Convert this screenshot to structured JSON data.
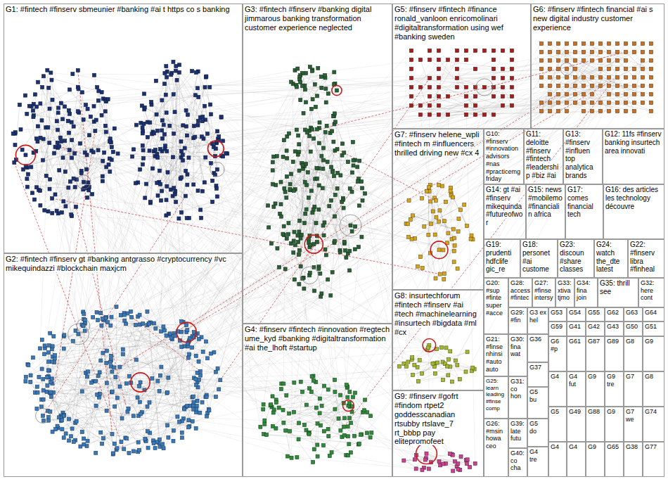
{
  "diagram": {
    "nodes": [
      {
        "text": [
          "G1: #fintech #finserv sbmeunier #banking #ai t https co s banking"
        ]
      },
      {
        "text": [
          "G3: #fintech #finserv #banking digital jimmarous banking transformation customer experience neglected"
        ]
      },
      {
        "text": [
          "G5: #finserv #fintech #finance ronald_vanloon enricomolinari #digitaltransformation using wef #banking sweden"
        ]
      },
      {
        "text": [
          "G6: #finserv #fintech financial #ai s new digital industry customer experience"
        ]
      },
      {
        "text": [
          "G7: #finserv helene_wpli #fintech m #influencers thrilled driving new #cx 4"
        ]
      },
      {
        "text": [
          "G10: #finserv #innovation advisors #nas #practicemg friday"
        ]
      },
      {
        "text": [
          "G11: deloitte #finserv #fintech #leadership #biz #ai"
        ]
      },
      {
        "text": [
          "G13: #finserv #influen top analytica brands"
        ]
      },
      {
        "text": [
          "G12: 11fs #finserv banking insurtech area innovati"
        ]
      },
      {
        "text": [
          "G14: gt #ai #finserv mikequinda #futureofwor"
        ]
      },
      {
        "text": [
          "G15: news #mobilemo #financialin africa"
        ]
      },
      {
        "text": [
          "G17: comes financial tech"
        ]
      },
      {
        "text": [
          "G16: des articles les technology découvre"
        ]
      },
      {
        "text": [
          "G2: #fintech #finserv gt #banking antgrasso #cryptocurrency #vc mikequindazzi #blockchain maxjcm"
        ]
      },
      {
        "text": [
          "G4: #finserv #fintech #innovation #regtech ume_kyd #banking #digitaltransformation #ai the_lhoft #startup"
        ]
      },
      {
        "text": [
          "G8: insurtechforum #fintech #finserv #ai #tech #machinelearning #insurtech #bigdata #ml #cx"
        ]
      },
      {
        "text": [
          "G9: #finserv #gofrt #findom rtpet2 goddesscanadian rtsubby rtslave_7 rt_bbbp pay elitepromofeet"
        ]
      },
      {
        "text": [
          "G19: prudenti hdfclife gic_re"
        ]
      },
      {
        "text": [
          "G18: personet #ai custome"
        ]
      },
      {
        "text": [
          "G23: discoun #share classes"
        ]
      },
      {
        "text": [
          "G24: watch the_dte latest"
        ]
      },
      {
        "text": [
          "G22: #finserv libra #finheal"
        ]
      },
      {
        "text": [
          "G20: #sup #finte super #acce"
        ]
      },
      {
        "text": [
          "G28: access #fintec"
        ]
      },
      {
        "text": [
          "G27: #finse intersy"
        ]
      },
      {
        "text": [
          "G33: xtiva tjmo"
        ]
      },
      {
        "text": [
          "G34: fina join"
        ]
      },
      {
        "text": [
          "G35: thrill see"
        ]
      },
      {
        "text": [
          "G32: here cont"
        ]
      },
      {
        "text": [
          "G29: #fin"
        ]
      },
      {
        "text": [
          "G3 ex hel"
        ]
      },
      {
        "text": [
          "G53"
        ]
      },
      {
        "text": [
          "G54"
        ]
      },
      {
        "text": [
          "G55"
        ]
      },
      {
        "text": [
          "G62"
        ]
      },
      {
        "text": [
          "G63"
        ]
      },
      {
        "text": [
          "G64"
        ]
      },
      {
        "text": [
          "G59"
        ]
      },
      {
        "text": [
          "G41"
        ]
      },
      {
        "text": [
          "G42"
        ]
      },
      {
        "text": [
          "G43"
        ]
      },
      {
        "text": [
          "G50"
        ]
      },
      {
        "text": [
          "G51"
        ]
      },
      {
        "text": [
          "G21: #finse nhinsi #auto auto"
        ]
      },
      {
        "text": [
          "G30: fina wat"
        ]
      },
      {
        "text": [
          "G36"
        ]
      },
      {
        "text": [
          "G37"
        ]
      },
      {
        "text": [
          "G25: learn leading #finse comp"
        ]
      },
      {
        "text": [
          "G31: co hon"
        ]
      },
      {
        "text": [
          "G26: #msin howa ceo"
        ]
      },
      {
        "text": [
          "G39: late futu"
        ]
      },
      {
        "text": [
          "G40: co cha"
        ]
      },
      {
        "text": [
          "G5 bu"
        ]
      },
      {
        "text": [
          "G5 do"
        ]
      },
      {
        "text": [
          "G4 tre"
        ]
      },
      {
        "text": [
          "G6 #p"
        ]
      },
      {
        "text": [
          "G61"
        ]
      },
      {
        "text": [
          "G87"
        ]
      },
      {
        "text": [
          "G89"
        ]
      },
      {
        "text": [
          "G8"
        ]
      },
      {
        "text": [
          "G9"
        ]
      },
      {
        "text": [
          "G4"
        ]
      },
      {
        "text": [
          "G4 fut"
        ]
      },
      {
        "text": [
          "G9"
        ]
      },
      {
        "text": [
          "G9 tre"
        ]
      },
      {
        "text": [
          "G7"
        ]
      },
      {
        "text": [
          "G8"
        ]
      },
      {
        "text": [
          "G5"
        ]
      },
      {
        "text": [
          "G49"
        ]
      },
      {
        "text": [
          "G88"
        ]
      },
      {
        "text": [
          "G9"
        ]
      },
      {
        "text": [
          "G7 we"
        ]
      },
      {
        "text": [
          "G74"
        ]
      },
      {
        "text": [
          "G4"
        ]
      },
      {
        "text": [
          "G4"
        ]
      },
      {
        "text": [
          "G9"
        ]
      },
      {
        "text": [
          "G65"
        ]
      },
      {
        "text": [
          "G38"
        ]
      },
      {
        "text": [
          "G77"
        ]
      }
    ]
  }
}
